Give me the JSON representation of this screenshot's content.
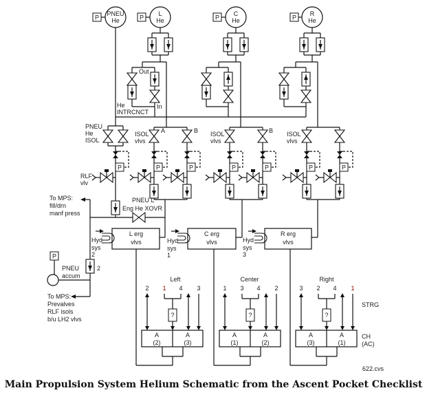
{
  "caption": "Main Propulsion System Helium Schematic from the Ascent Pocket Checklist",
  "pressure_label": "P",
  "unknown_label": "?",
  "tanks": {
    "pneu": [
      "PNEU",
      "He"
    ],
    "left": [
      "L",
      "He"
    ],
    "center": [
      "C",
      "He"
    ],
    "right": [
      "R",
      "He"
    ]
  },
  "labels": {
    "out": "Out",
    "in": "In",
    "he_intrcnct": [
      "He",
      "INTRCNCT"
    ],
    "pneu_he_isol": [
      "PNEU",
      "He",
      "ISOL"
    ],
    "isol_vlvs": [
      "ISOL",
      "vlvs"
    ],
    "valve_a": "A",
    "valve_b": "B",
    "rlf_vlv": [
      "RLF",
      "vlv"
    ],
    "to_mps_fill": [
      "To MPS:",
      "fill/drn",
      "manf press"
    ],
    "xovr": [
      "PNEU L",
      "Eng He XOVR"
    ],
    "pneu_accum": [
      "PNEU",
      "accum"
    ],
    "to_mps_prevalves": [
      "To MPS:",
      "Prevalves",
      "RLF isols",
      "b/u LH2 vlvs"
    ],
    "strg": "STRG",
    "ch_ac": [
      "CH",
      "(AC)"
    ],
    "drawing_id": "622.cvs",
    "accum_string": "2"
  },
  "engines": [
    {
      "box": [
        "L erg",
        "vlvs"
      ],
      "hyd": [
        "Hyd",
        "sys",
        "2"
      ],
      "group": "Left",
      "strings": [
        "2",
        "1",
        "4",
        "3"
      ],
      "channels": [
        [
          "A",
          "(2)"
        ],
        [
          "A",
          "(3)"
        ]
      ]
    },
    {
      "box": [
        "C erg",
        "vlvs"
      ],
      "hyd": [
        "Hyd",
        "sys",
        "1"
      ],
      "group": "Center",
      "strings": [
        "1",
        "3",
        "4",
        "2"
      ],
      "channels": [
        [
          "A",
          "(1)"
        ],
        [
          "A",
          "(2)"
        ]
      ]
    },
    {
      "box": [
        "R erg",
        "vlvs"
      ],
      "hyd": [
        "Hyd",
        "sys",
        "3"
      ],
      "group": "Right",
      "strings": [
        "3",
        "2",
        "4",
        "1"
      ],
      "channels": [
        [
          "A",
          "(3)"
        ],
        [
          "A",
          "(1)"
        ]
      ]
    }
  ]
}
